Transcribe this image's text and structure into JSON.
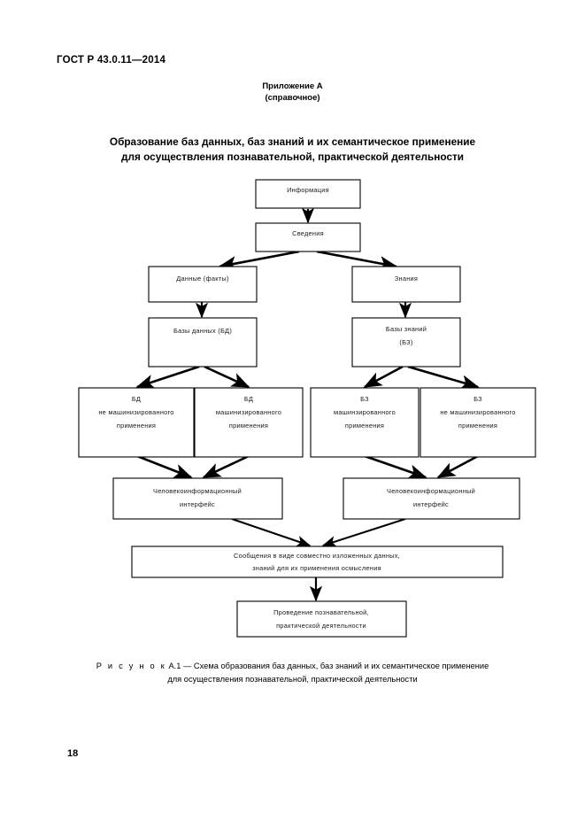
{
  "document": {
    "standard_header": "ГОСТ Р 43.0.11—2014",
    "page_number": "18"
  },
  "appendix": {
    "line1": "Приложение А",
    "line2": "(справочное)"
  },
  "title": {
    "line1": "Образование баз данных, баз знаний и их семантическое применение",
    "line2": "для осуществления познавательной, практической деятельности"
  },
  "caption": {
    "label": "Р и с у н о к",
    "number": "А.1 —",
    "line1": "Схема образования баз данных, баз знаний и их семантическое применение",
    "line2": "для осуществления познавательной, практической деятельности"
  },
  "diagram": {
    "type": "flowchart",
    "nodes": {
      "information": {
        "line1": "Информация"
      },
      "data_summary": {
        "line1": "Сведения"
      },
      "facts": {
        "line1": "Данные (факты)"
      },
      "knowledge": {
        "line1": "Знания"
      },
      "databases": {
        "line1": "Базы данных (БД)"
      },
      "knowledgebases": {
        "line1": "Базы знаний",
        "line2": "(БЗ)"
      },
      "db_nonmachine": {
        "line1": "БД",
        "line2": "не машинизированного",
        "line3": "применения"
      },
      "db_machine": {
        "line1": "БД",
        "line2": "машинизированного",
        "line3": "применения"
      },
      "kb_machine": {
        "line1": "БЗ",
        "line2": "машинзированного",
        "line3": "применения"
      },
      "kb_nonmachine": {
        "line1": "БЗ",
        "line2": "не машинизированного",
        "line3": "применения"
      },
      "interface_left": {
        "line1": "Человекоинформационный",
        "line2": "интерфейс"
      },
      "interface_right": {
        "line1": "Человекоинформационный",
        "line2": "интерфейс"
      },
      "messages": {
        "line1": "Сообщения в виде совместно изложенных данных,",
        "line2": "знаний для их применения осмысления"
      },
      "activity": {
        "line1": "Проведение познавательной,",
        "line2": "практической деятельности"
      }
    },
    "colors": {
      "box_stroke": "#000000",
      "box_fill": "#ffffff",
      "connector": "#000000",
      "text": "#1a1a1a"
    }
  }
}
